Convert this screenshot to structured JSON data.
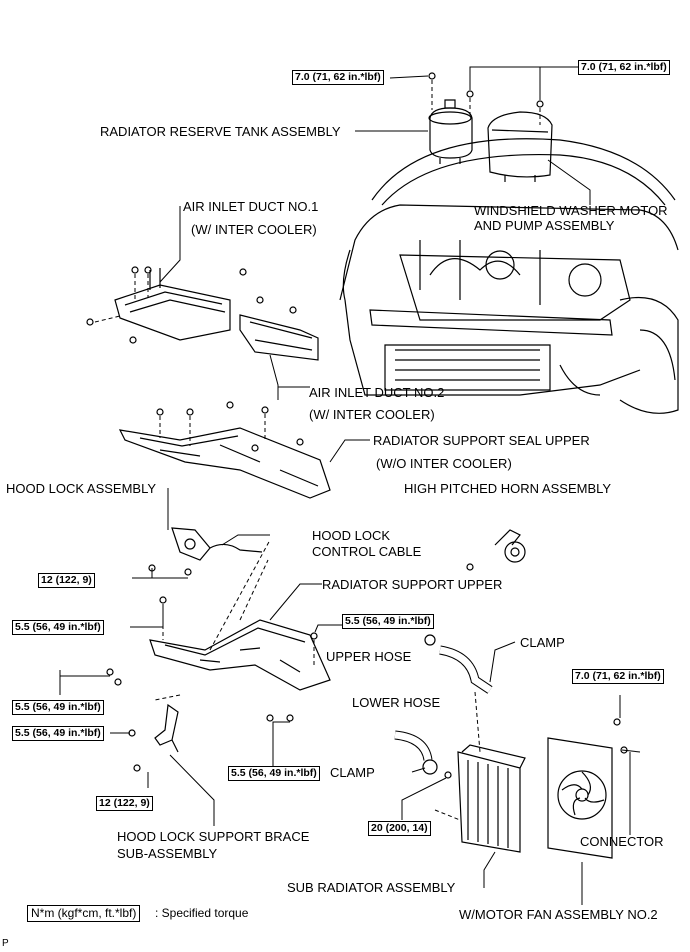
{
  "labels": {
    "reserve_tank": "RADIATOR RESERVE TANK ASSEMBLY",
    "washer_motor_1": "WINDSHIELD WASHER MOTOR",
    "washer_motor_2": "AND PUMP ASSEMBLY",
    "air_duct1_1": "AIR INLET DUCT NO.1",
    "air_duct1_2": "(W/ INTER COOLER)",
    "air_duct2_1": "AIR INLET DUCT NO.2",
    "air_duct2_2": "(W/ INTER COOLER)",
    "seal_upper_1": "RADIATOR SUPPORT SEAL UPPER",
    "seal_upper_2": "(W/O INTER COOLER)",
    "hood_lock": "HOOD LOCK ASSEMBLY",
    "horn": "HIGH PITCHED HORN ASSEMBLY",
    "hood_cable_1": "HOOD LOCK",
    "hood_cable_2": "CONTROL CABLE",
    "support_upper": "RADIATOR SUPPORT UPPER",
    "clamp_top": "CLAMP",
    "upper_hose": "UPPER HOSE",
    "lower_hose": "LOWER HOSE",
    "clamp_bottom": "CLAMP",
    "brace_1": "HOOD LOCK SUPPORT BRACE",
    "brace_2": "SUB-ASSEMBLY",
    "connector": "CONNECTOR",
    "sub_radiator": "SUB RADIATOR ASSEMBLY",
    "fan_assembly": "W/MOTOR FAN ASSEMBLY NO.2"
  },
  "torques": {
    "t1": "7.0 (71, 62 in.*lbf)",
    "t2": "7.0 (71, 62 in.*lbf)",
    "t3": "12 (122, 9)",
    "t4": "5.5 (56, 49 in.*lbf)",
    "t5": "5.5 (56, 49 in.*lbf)",
    "t6": "5.5 (56, 49 in.*lbf)",
    "t7": "5.5 (56, 49 in.*lbf)",
    "t8": "5.5 (56, 49 in.*lbf)",
    "t9": "12 (122, 9)",
    "t10": "7.0 (71, 62 in.*lbf)",
    "t11": "20 (200, 14)"
  },
  "legend": {
    "unit": "N*m (kgf*cm, ft.*lbf)",
    "text": ": Specified torque"
  },
  "corner_mark": "P"
}
